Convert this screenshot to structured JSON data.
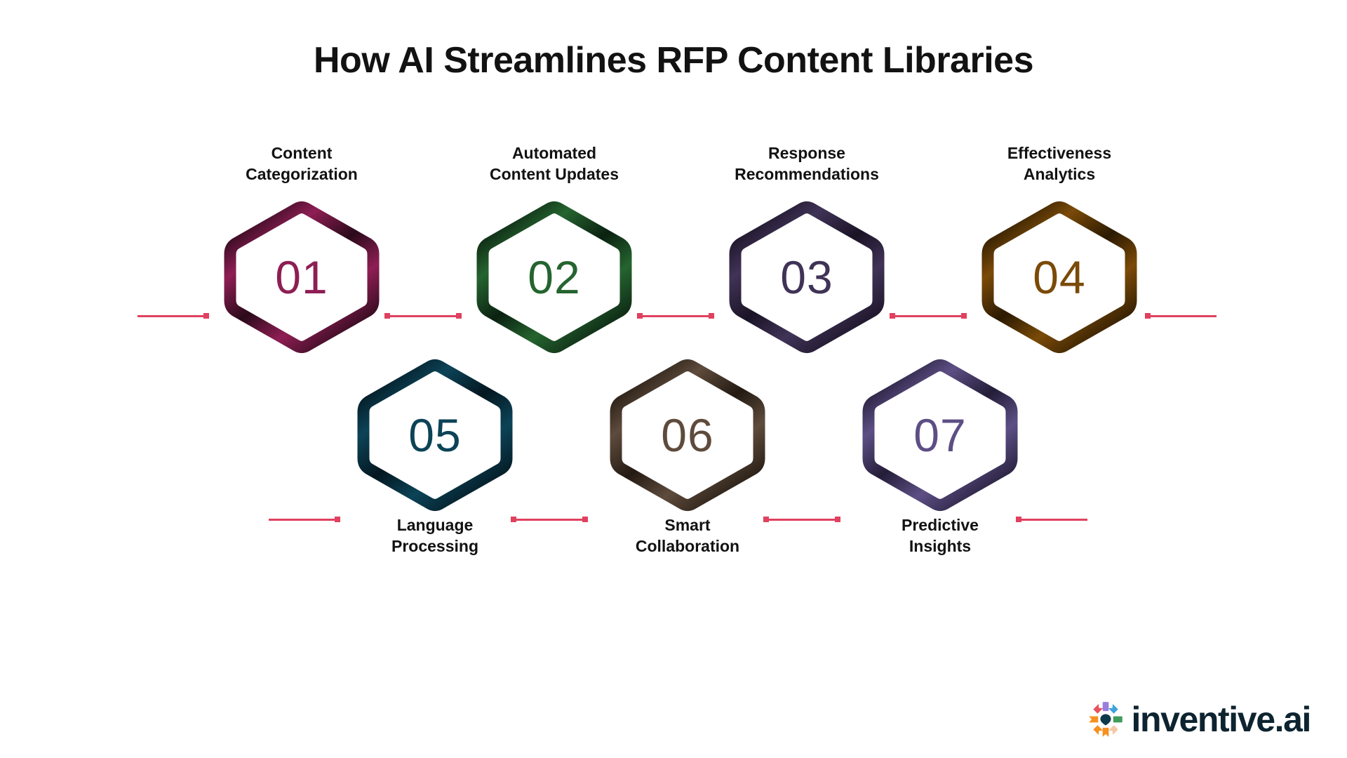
{
  "header": {
    "title": "How AI Streamlines RFP Content Libraries"
  },
  "colors": {
    "background": "#ffffff",
    "title": "#121212",
    "label": "#121212",
    "connector": "#e0415f",
    "logo_text": "#0d2430"
  },
  "steps": [
    {
      "number": "01",
      "label": "Content\nCategorization",
      "color": "#8e1e54",
      "color_dark": "#2a0a1a",
      "row": "top"
    },
    {
      "number": "02",
      "label": "Automated\nContent Updates",
      "color": "#25642f",
      "color_dark": "#0b2111",
      "row": "top"
    },
    {
      "number": "03",
      "label": "Response\nRecommendations",
      "color": "#403357",
      "color_dark": "#1a1325",
      "row": "top"
    },
    {
      "number": "04",
      "label": "Effectiveness\nAnalytics",
      "color": "#7a4a08",
      "color_dark": "#2b1a02",
      "row": "top"
    },
    {
      "number": "05",
      "label": "Language\nProcessing",
      "color": "#0c4357",
      "color_dark": "#041720",
      "row": "bottom"
    },
    {
      "number": "06",
      "label": "Smart\nCollaboration",
      "color": "#5e4b3c",
      "color_dark": "#231a12",
      "row": "bottom"
    },
    {
      "number": "07",
      "label": "Predictive\nInsights",
      "color": "#5d4f85",
      "color_dark": "#241d38",
      "row": "bottom"
    }
  ],
  "logo": {
    "text": "inventive.ai",
    "mark_name": "inventive-ai-logo-mark",
    "mark_colors": {
      "red": "#e8515e",
      "purple": "#9b7ede",
      "blue": "#3fa3dd",
      "orange": "#f6901e",
      "green": "#3f9c5a",
      "peach": "#f4c7a5",
      "teal_dark": "#0d3a4a"
    }
  },
  "chart_data": {
    "type": "diagram",
    "title": "How AI Streamlines RFP Content Libraries",
    "layout": "hexagon-process-flow",
    "rows": [
      4,
      3
    ],
    "categories": [
      "01",
      "02",
      "03",
      "04",
      "05",
      "06",
      "07"
    ],
    "values": [
      "Content Categorization",
      "Automated Content Updates",
      "Response Recommendations",
      "Effectiveness Analytics",
      "Language Processing",
      "Smart Collaboration",
      "Predictive Insights"
    ]
  }
}
